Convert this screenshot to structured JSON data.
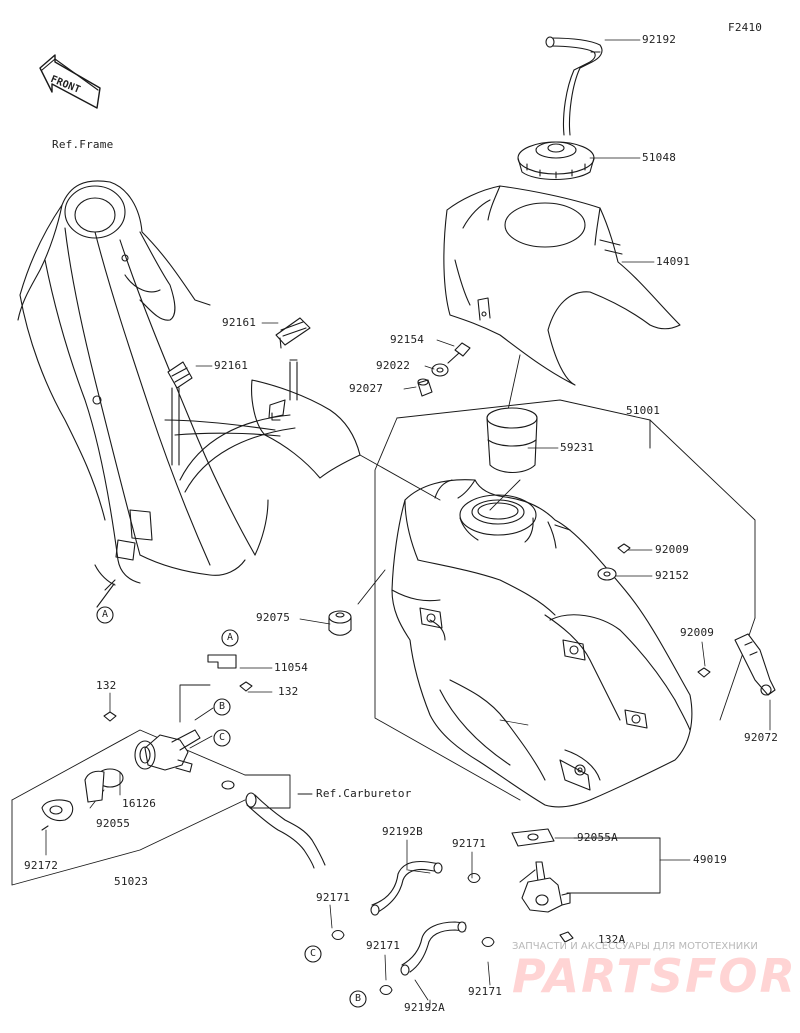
{
  "figure_code": "F2410",
  "front_label": "FRONT",
  "ref_frame": "Ref.Frame",
  "ref_carburetor": "Ref.Carburetor",
  "parts": {
    "p92192": "92192",
    "p51048": "51048",
    "p14091": "14091",
    "p92161_a": "92161",
    "p92161_b": "92161",
    "p92154": "92154",
    "p92022": "92022",
    "p92027": "92027",
    "p51001": "51001",
    "p59231": "59231",
    "p92009_a": "92009",
    "p92152": "92152",
    "p92075": "92075",
    "p92009_b": "92009",
    "p92072": "92072",
    "p11054": "11054",
    "p132_a": "132",
    "p132_b": "132",
    "p16126": "16126",
    "p92055": "92055",
    "p92172": "92172",
    "p51023": "51023",
    "p92192B": "92192B",
    "p92171_a": "92171",
    "p92055A": "92055A",
    "p49019": "49019",
    "p92171_b": "92171",
    "p92171_c": "92171",
    "p132A": "132A",
    "p92171_d": "92171",
    "p92192A": "92192A"
  },
  "callouts": {
    "a1": "A",
    "a2": "A",
    "b1": "B",
    "b2": "B",
    "c1": "C",
    "c2": "C"
  },
  "watermark": {
    "tagline": "ЗАПЧАСТИ И АКСЕССУАРЫ ДЛЯ МОТОТЕХНИКИ",
    "logo": "PARTSFOR.RU"
  }
}
